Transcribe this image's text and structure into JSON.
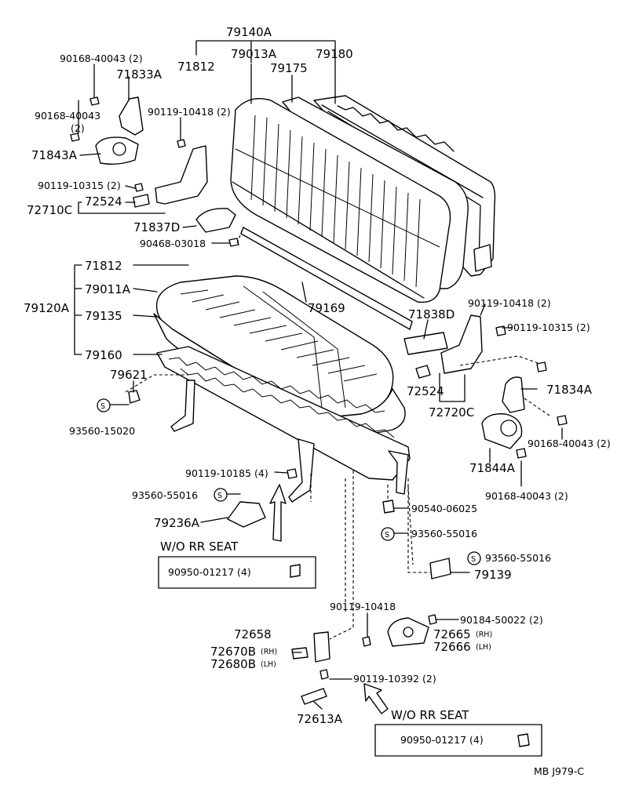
{
  "labels": {
    "p79140A": "79140A",
    "p79013A": "79013A",
    "p79180": "79180",
    "p71812a": "71812",
    "p79175": "79175",
    "p90168_40043a": "90168-40043 (2)",
    "p71833A": "71833A",
    "p90168_40043b": "90168-40043",
    "p90168_40043b_qty": "(2)",
    "p90119_10418a": "90119-10418 (2)",
    "p71843A": "71843A",
    "p90119_10315a": "90119-10315 (2)",
    "p72524a": "72524",
    "p72710C": "72710C",
    "p71837D": "71837D",
    "p90468_03018": "90468-03018",
    "p71812b": "71812",
    "p79011A": "79011A",
    "p79120A": "79120A",
    "p79135": "79135",
    "p79169": "79169",
    "p79160": "79160",
    "p71838D": "71838D",
    "p90119_10418b": "90119-10418 (2)",
    "p90119_10315b": "90119-10315 (2)",
    "p79621": "79621",
    "p72524b": "72524",
    "p71834A": "71834A",
    "p72720C": "72720C",
    "p93560_15020": "93560-15020",
    "p90168_40043c": "90168-40043 (2)",
    "p71844A": "71844A",
    "p90168_40043d": "90168-40043 (2)",
    "p90119_10185": "90119-10185 (4)",
    "p93560_55016a": "93560-55016",
    "p79236A": "79236A",
    "p90540_06025": "90540-06025",
    "p93560_55016b": "93560-55016",
    "p93560_55016c": "93560-55016",
    "p79139": "79139",
    "p90119_10418c": "90119-10418",
    "p90184_50022": "90184-50022 (2)",
    "p72658": "72658",
    "p72665": "72665",
    "p72665_side": "(RH)",
    "p72666": "72666",
    "p72666_side": "(LH)",
    "p72670B": "72670B",
    "p72670B_side": "(RH)",
    "p72680B": "72680B",
    "p72680B_side": "(LH)",
    "p90119_10392": "90119-10392 (2)",
    "p72613A": "72613A"
  },
  "notes": {
    "wo_rr_seat_1": "W/O RR  SEAT",
    "box1_part": "90950-01217 (4)",
    "wo_rr_seat_2": "W/O RR  SEAT",
    "box2_part": "90950-01217 (4)",
    "footer": "MB  J979-C"
  }
}
